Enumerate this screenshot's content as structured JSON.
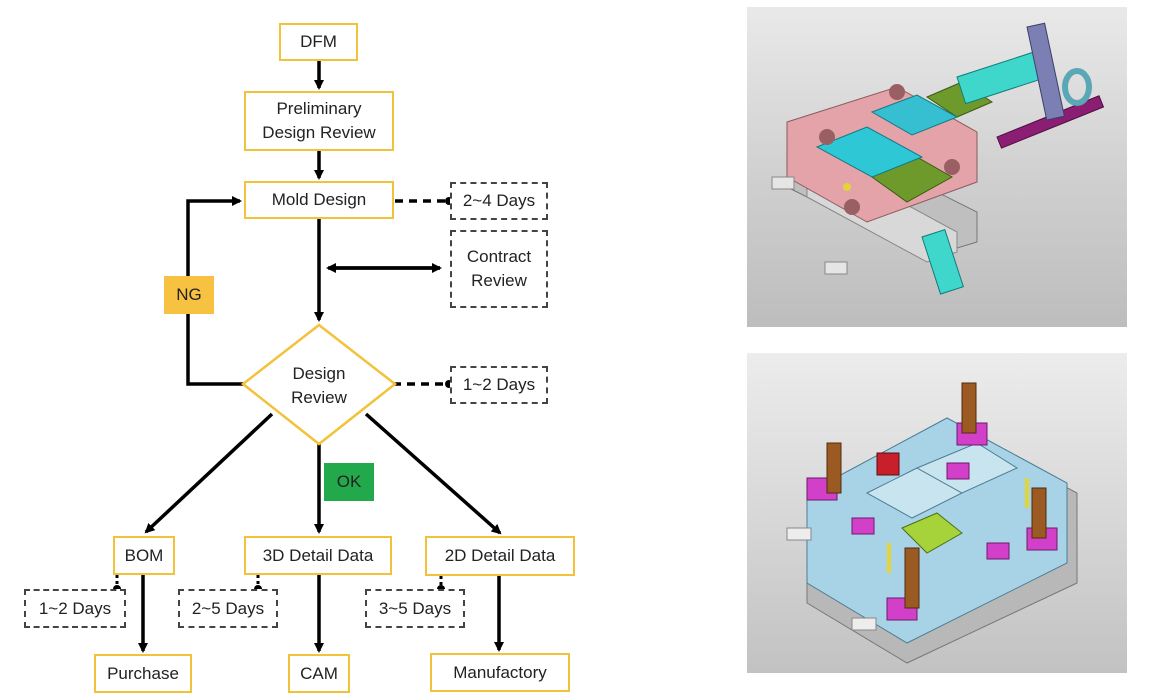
{
  "flow": {
    "dfm": "DFM",
    "preliminary": "Preliminary\nDesign Review",
    "mold_design": "Mold Design",
    "design_review": "Design\nReview",
    "contract_review": "Contract\nReview",
    "days_mold": "2~4 Days",
    "days_review": "1~2 Days",
    "ng": "NG",
    "ok": "OK",
    "bom": "BOM",
    "detail3d": "3D Detail Data",
    "detail2d": "2D Detail Data",
    "days_bom": "1~2 Days",
    "days_3d": "2~5 Days",
    "days_2d": "3~5 Days",
    "purchase": "Purchase",
    "cam": "CAM",
    "manufactory": "Manufactory"
  },
  "images": {
    "top": "mold-assembly-render",
    "bottom": "mold-base-render"
  },
  "colors": {
    "box_border": "#f2c23a",
    "ng": "#f7c242",
    "ok": "#22a94b"
  }
}
